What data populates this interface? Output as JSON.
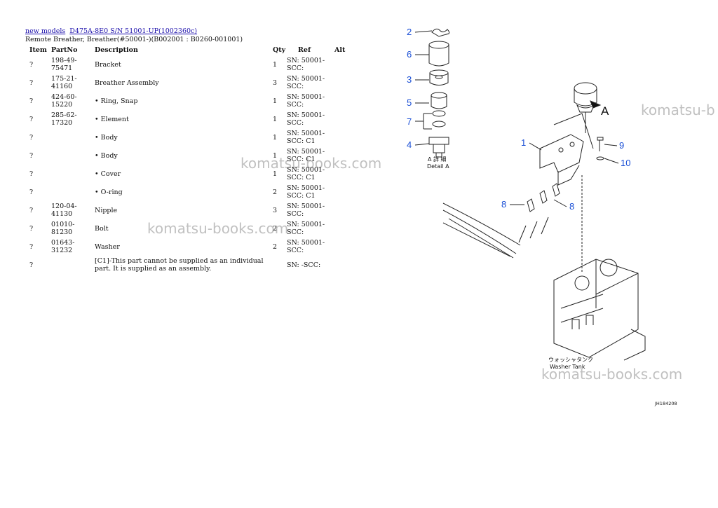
{
  "breadcrumb": {
    "link1": "new models",
    "link2": "D475A-8E0 S/N 51001-UP(1002360c)"
  },
  "subtitle": "Remote Breather, Breather(#50001-)(B002001 : B0260-001001)",
  "table": {
    "headers": {
      "item": "Item",
      "partno": "PartNo",
      "desc": "Description",
      "qty": "Qty",
      "ref": "Ref",
      "alt": "Alt"
    },
    "rows": [
      {
        "item": "?",
        "partno": "198-49-75471",
        "desc": "Bracket",
        "qty": "1",
        "ref": "SN: 50001-SCC:"
      },
      {
        "item": "?",
        "partno": "175-21-41160",
        "desc": "Breather Assembly",
        "qty": "3",
        "ref": "SN: 50001-SCC:"
      },
      {
        "item": "?",
        "partno": "424-60-15220",
        "desc": "• Ring, Snap",
        "qty": "1",
        "ref": "SN: 50001-SCC:"
      },
      {
        "item": "?",
        "partno": "285-62-17320",
        "desc": "• Element",
        "qty": "1",
        "ref": "SN: 50001-SCC:"
      },
      {
        "item": "?",
        "partno": "",
        "desc": "• Body",
        "qty": "1",
        "ref": "SN: 50001-SCC: C1"
      },
      {
        "item": "?",
        "partno": "",
        "desc": "• Body",
        "qty": "1",
        "ref": "SN: 50001-SCC: C1"
      },
      {
        "item": "?",
        "partno": "",
        "desc": "• Cover",
        "qty": "1",
        "ref": "SN: 50001-SCC: C1"
      },
      {
        "item": "?",
        "partno": "",
        "desc": "• O-ring",
        "qty": "2",
        "ref": "SN: 50001-SCC: C1"
      },
      {
        "item": "?",
        "partno": "120-04-41130",
        "desc": "Nipple",
        "qty": "3",
        "ref": "SN: 50001-SCC:"
      },
      {
        "item": "?",
        "partno": "01010-81230",
        "desc": "Bolt",
        "qty": "2",
        "ref": "SN: 50001-SCC:"
      },
      {
        "item": "?",
        "partno": "01643-31232",
        "desc": "Washer",
        "qty": "2",
        "ref": "SN: 50001-SCC:"
      },
      {
        "item": "?",
        "partno": "",
        "desc": "[C1]-This part cannot be supplied as an individual part. It is supplied as an assembly.",
        "qty": "",
        "ref": "SN: -SCC:"
      }
    ]
  },
  "diagram": {
    "callouts": {
      "n1": "1",
      "n2": "2",
      "n3": "3",
      "n4": "4",
      "n5": "5",
      "n6": "6",
      "n7": "7",
      "n8a": "8",
      "n8b": "8",
      "n9": "9",
      "n10": "10",
      "arrowA": "A"
    },
    "detail_jp": "A 詳 細",
    "detail_en": "Detail A",
    "tank_jp": "ウォッシャタンク",
    "tank_en": "Washer Tank",
    "drawing_no": "JH184208"
  },
  "watermark": "komatsu-books.com",
  "watermark_partial": "komatsu-b"
}
